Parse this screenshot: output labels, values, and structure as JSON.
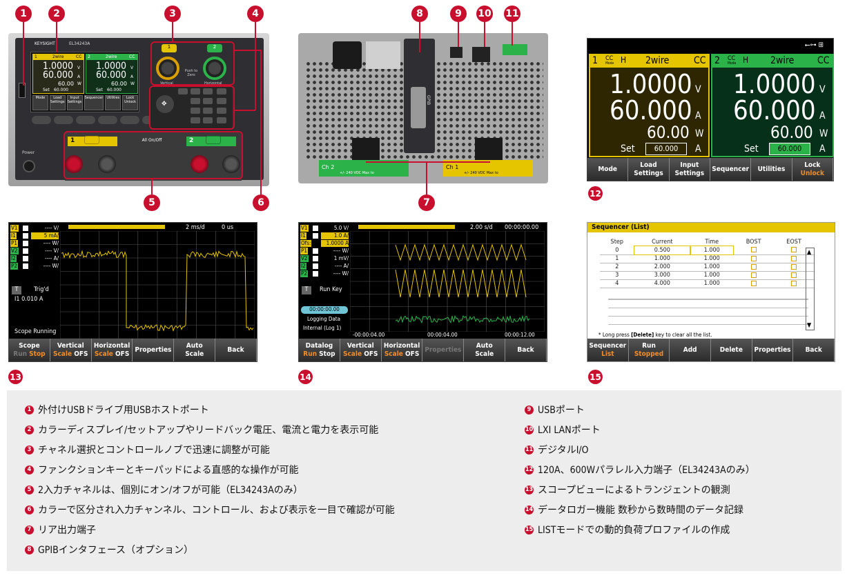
{
  "callouts": [
    "1",
    "2",
    "3",
    "4",
    "5",
    "6",
    "7",
    "8",
    "9",
    "10",
    "11",
    "12",
    "13",
    "14",
    "15"
  ],
  "front": {
    "brand": "KEYSIGHT",
    "model": "EL34243A",
    "ch1_label": "1",
    "ch2_label": "2",
    "ch_mode": "2wire",
    "ch_cc": "CC",
    "voltage": "1.0000",
    "current": "60.000",
    "power": "60.00",
    "set_label": "Set",
    "set_value": "60.000",
    "unit_v": "V",
    "unit_a": "A",
    "unit_w": "W",
    "softkeys": [
      "Mode",
      "Load Settings",
      "Input Settings",
      "Sequencer",
      "Utilities",
      "Lock Unlock"
    ],
    "knob1": "Vertical",
    "knob2": "Horizontal",
    "push": "Push to Zero",
    "all_onoff": "All On/Off",
    "power_label": "Power"
  },
  "rear": {
    "gpib": "GPIB",
    "ch1": "Ch 1",
    "ch2": "Ch 2",
    "note": "+/- 240 VDC Max to"
  },
  "s12": {
    "ch1_num": "1",
    "ch2_num": "2",
    "cc_mode": "CC",
    "mode_small": "Mode",
    "h": "H",
    "wire": "2wire",
    "cc": "CC",
    "voltage": "1.0000",
    "current": "60.000",
    "power": "60.00",
    "set_label": "Set",
    "set_value": "60.000",
    "unit_v": "V",
    "unit_a": "A",
    "unit_w": "W",
    "softkeys": [
      {
        "l1": "Mode",
        "l2": ""
      },
      {
        "l1": "Load",
        "l2": "Settings"
      },
      {
        "l1": "Input",
        "l2": "Settings"
      },
      {
        "l1": "Sequencer",
        "l2": ""
      },
      {
        "l1": "Utilities",
        "l2": ""
      },
      {
        "l1": "Lock",
        "l2": "Unlock"
      }
    ]
  },
  "s13": {
    "time_div": "2 ms/d",
    "time_pos": "0 us",
    "rows": [
      {
        "tag": "V1",
        "val": "---- V/"
      },
      {
        "tag": "I1",
        "val": "5 mA/"
      },
      {
        "tag": "P1",
        "val": "---- W/"
      },
      {
        "tag": "V2",
        "val": "---- V/"
      },
      {
        "tag": "I2",
        "val": "---- A/"
      },
      {
        "tag": "P2",
        "val": "---- W/"
      }
    ],
    "trig_t": "T",
    "trig_label": "Trig'd",
    "trig_val": "I1  0.010 A",
    "status": "Scope Running",
    "softkeys": [
      {
        "l1": "Scope",
        "a": "Run",
        "b": "Stop"
      },
      {
        "l1": "Vertical",
        "a": "Scale",
        "b": "OFS"
      },
      {
        "l1": "Horizontal",
        "a": "Scale",
        "b": "OFS"
      },
      {
        "l1": "Properties",
        "a": "",
        "b": ""
      },
      {
        "l1": "Auto",
        "a": "Scale",
        "b": ""
      },
      {
        "l1": "Back",
        "a": "",
        "b": ""
      }
    ]
  },
  "s14": {
    "time_div": "2.00 s/d",
    "time_pos": "00:00:00.00",
    "rows": [
      {
        "tag": "V1",
        "val": "5.0 V/"
      },
      {
        "tag": "I1",
        "val": "1.0 A/"
      },
      {
        "tag": "Ofs:",
        "val": "1.0000 A"
      },
      {
        "tag": "P1",
        "val": "---- W/"
      },
      {
        "tag": "V2",
        "val": "1 mV/"
      },
      {
        "tag": "I2",
        "val": "---- A/"
      },
      {
        "tag": "P2",
        "val": "---- W/"
      }
    ],
    "trig_t": "T",
    "trig_label": "Run Key",
    "elapsed": "00:00:00.00",
    "log_label": "Logging Data",
    "internal": "Internal (Log 1)",
    "t1": "-00:00:04.00",
    "t2": "00:00:04.00",
    "t3": "00:00:12.00",
    "softkeys": [
      {
        "l1": "Datalog",
        "a": "Run",
        "b": "Stop"
      },
      {
        "l1": "Vertical",
        "a": "Scale",
        "b": "OFS"
      },
      {
        "l1": "Horizontal",
        "a": "Scale",
        "b": "OFS"
      },
      {
        "l1": "Properties",
        "a": "",
        "b": ""
      },
      {
        "l1": "Auto",
        "a": "Scale",
        "b": ""
      },
      {
        "l1": "Back",
        "a": "",
        "b": ""
      }
    ]
  },
  "s15": {
    "title": "Sequencer (List)",
    "columns": [
      "Step",
      "Current",
      "Time",
      "BOST",
      "EOST"
    ],
    "rows": [
      [
        "0",
        "0.500",
        "1.000"
      ],
      [
        "1",
        "1.000",
        "1.000"
      ],
      [
        "2",
        "2.000",
        "1.000"
      ],
      [
        "3",
        "3.000",
        "1.000"
      ],
      [
        "4",
        "4.000",
        "1.000"
      ]
    ],
    "hint_a": "* Long press ",
    "hint_b": "[Delete]",
    "hint_c": " key to clear all the list.",
    "softkeys": [
      {
        "l1": "Sequencer",
        "l2": "List"
      },
      {
        "l1": "Run",
        "l2": "Stopped"
      },
      {
        "l1": "Add",
        "l2": ""
      },
      {
        "l1": "Delete",
        "l2": ""
      },
      {
        "l1": "Properties",
        "l2": ""
      },
      {
        "l1": "Back",
        "l2": ""
      }
    ]
  },
  "legend": [
    {
      "n": "1",
      "text": "外付けUSBドライブ用USBホストポート"
    },
    {
      "n": "2",
      "text": "カラーディスプレイ/セットアップやリードバック電圧、電流と電力を表示可能"
    },
    {
      "n": "3",
      "text": "チャネル選択とコントロールノブで迅速に調整が可能"
    },
    {
      "n": "4",
      "text": "ファンクションキーとキーパッドによる直感的な操作が可能"
    },
    {
      "n": "5",
      "text": "2入力チャネルは、個別にオン/オフが可能（EL34243Aのみ）"
    },
    {
      "n": "6",
      "text": "カラーで区分され入力チャンネル、コントロール、および表示を一目で確認が可能"
    },
    {
      "n": "7",
      "text": "リア出力端子"
    },
    {
      "n": "8",
      "text": "GPIBインタフェース（オプション）"
    },
    {
      "n": "9",
      "text": "USBポート"
    },
    {
      "n": "10",
      "text": "LXI LANポート"
    },
    {
      "n": "11",
      "text": "デジタルI/O"
    },
    {
      "n": "12",
      "text": "120A、600Wパラレル入力端子（EL34243Aのみ）"
    },
    {
      "n": "13",
      "text": "スコープビューによるトランジェントの観測"
    },
    {
      "n": "14",
      "text": "データロガー機能 数秒から数時間のデータ記録"
    },
    {
      "n": "15",
      "text": "LISTモードでの動的負荷プロファイルの作成"
    }
  ]
}
